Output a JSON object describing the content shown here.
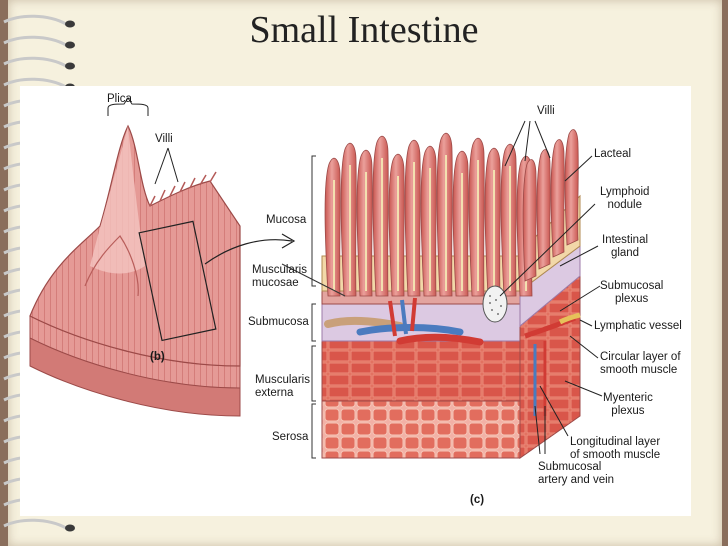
{
  "slide": {
    "title": "Small Intestine"
  },
  "colors": {
    "paper": "#f6f1de",
    "desk": "#8a6e5c",
    "tissue_pink": "#e8989a",
    "tissue_red": "#c8524e",
    "submucosa_lavender": "#d8c8e0",
    "vein_blue": "#4b7bbf",
    "artery_red": "#d13b34"
  },
  "figure_b": {
    "label_plica": "Plica",
    "label_villi": "Villi",
    "panel_letter": "(b)"
  },
  "figure_c": {
    "panel_letter": "(c)",
    "left_labels": {
      "mucosa": "Mucosa",
      "muscularis_mucosae": "Muscularis\nmucosae",
      "submucosa": "Submucosa",
      "muscularis_externa": "Muscularis\nexterna",
      "serosa": "Serosa"
    },
    "right_labels": {
      "villi": "Villi",
      "lacteal": "Lacteal",
      "lymphoid_nodule": "Lymphoid\nnodule",
      "intestinal_gland": "Intestinal\ngland",
      "submucosal_plexus": "Submucosal\nplexus",
      "lymphatic_vessel": "Lymphatic vessel",
      "circular_layer": "Circular layer of\nsmooth muscle",
      "myenteric_plexus": "Myenteric\nplexus",
      "longitudinal_layer": "Longitudinal layer\nof smooth muscle",
      "submucosal_artery_vein": "Submucosal\nartery and vein"
    }
  }
}
